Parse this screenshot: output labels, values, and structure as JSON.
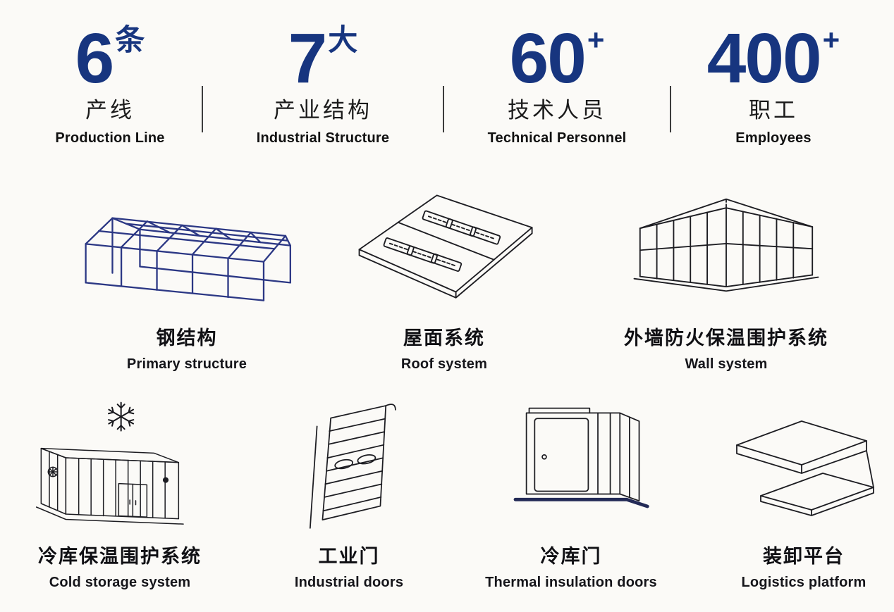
{
  "colors": {
    "accent": "#17357F",
    "ink": "#141414",
    "background": "#FBFAF7"
  },
  "stats": [
    {
      "number": "6",
      "suffix": "条",
      "zh": "产线",
      "en": "Production Line"
    },
    {
      "number": "7",
      "suffix": "大",
      "zh": "产业结构",
      "en": "Industrial Structure"
    },
    {
      "number": "60",
      "suffix": "+",
      "zh": "技术人员",
      "en": "Technical Personnel"
    },
    {
      "number": "400",
      "suffix": "+",
      "zh": "职工",
      "en": "Employees"
    }
  ],
  "products": [
    {
      "zh": "钢结构",
      "en": "Primary structure",
      "icon": "steel-structure-icon"
    },
    {
      "zh": "屋面系统",
      "en": "Roof system",
      "icon": "roof-system-icon"
    },
    {
      "zh": "外墙防火保温围护系统",
      "en": "Wall system",
      "icon": "wall-system-icon"
    },
    {
      "zh": "冷库保温围护系统",
      "en": "Cold storage system",
      "icon": "cold-storage-icon"
    },
    {
      "zh": "工业门",
      "en": "Industrial doors",
      "icon": "industrial-door-icon"
    },
    {
      "zh": "冷库门",
      "en": "Thermal insulation doors",
      "icon": "insulation-door-icon"
    },
    {
      "zh": "装卸平台",
      "en": "Logistics platform",
      "icon": "logistics-platform-icon"
    }
  ]
}
